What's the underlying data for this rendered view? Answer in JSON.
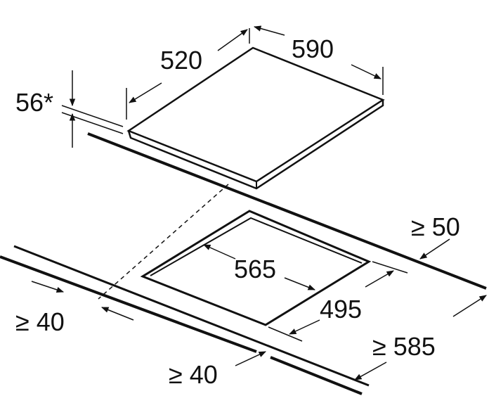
{
  "diagram": {
    "title": "Cooktop installation dimensions",
    "labels": {
      "depth": "520",
      "width": "590",
      "height": "56*",
      "rear_clearance": "≥ 50",
      "cutout_width": "565",
      "cutout_depth": "495",
      "side_clearance": "≥ 40",
      "front_clearance": "≥ 40",
      "counter_depth": "≥ 585"
    },
    "colors": {
      "line": "#111111",
      "background": "#ffffff"
    }
  }
}
